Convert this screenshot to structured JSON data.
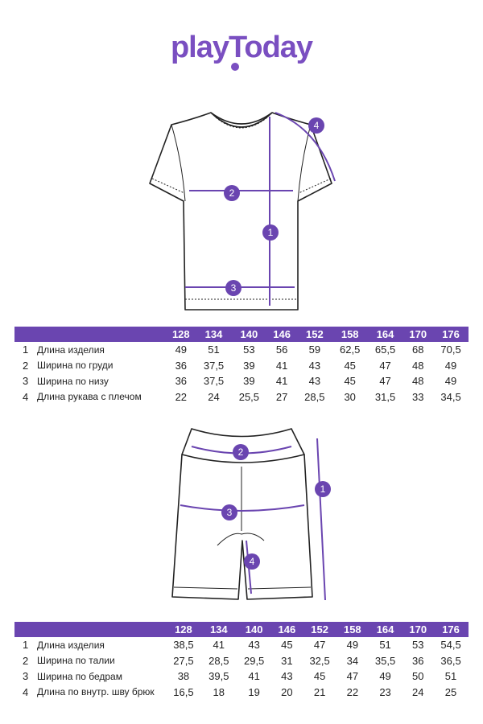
{
  "brand": {
    "logo_text": "playToday",
    "color": "#7a4fc1"
  },
  "accent_color": "#6a45b0",
  "tshirt": {
    "markers": [
      "1",
      "2",
      "3",
      "4"
    ],
    "table": {
      "sizes": [
        "128",
        "134",
        "140",
        "146",
        "152",
        "158",
        "164",
        "170",
        "176"
      ],
      "rows": [
        {
          "num": "1",
          "label": "Длина изделия",
          "values": [
            "49",
            "51",
            "53",
            "56",
            "59",
            "62,5",
            "65,5",
            "68",
            "70,5"
          ]
        },
        {
          "num": "2",
          "label": "Ширина по груди",
          "values": [
            "36",
            "37,5",
            "39",
            "41",
            "43",
            "45",
            "47",
            "48",
            "49"
          ]
        },
        {
          "num": "3",
          "label": "Ширина по низу",
          "values": [
            "36",
            "37,5",
            "39",
            "41",
            "43",
            "45",
            "47",
            "48",
            "49"
          ]
        },
        {
          "num": "4",
          "label": "Длина рукава с плечом",
          "values": [
            "22",
            "24",
            "25,5",
            "27",
            "28,5",
            "30",
            "31,5",
            "33",
            "34,5"
          ]
        }
      ]
    }
  },
  "shorts": {
    "markers": [
      "1",
      "2",
      "3",
      "4"
    ],
    "table": {
      "sizes": [
        "128",
        "134",
        "140",
        "146",
        "152",
        "158",
        "164",
        "170",
        "176"
      ],
      "rows": [
        {
          "num": "1",
          "label": "Длина изделия",
          "values": [
            "38,5",
            "41",
            "43",
            "45",
            "47",
            "49",
            "51",
            "53",
            "54,5"
          ]
        },
        {
          "num": "2",
          "label": "Ширина по талии",
          "values": [
            "27,5",
            "28,5",
            "29,5",
            "31",
            "32,5",
            "34",
            "35,5",
            "36",
            "36,5"
          ]
        },
        {
          "num": "3",
          "label": "Ширина по бедрам",
          "values": [
            "38",
            "39,5",
            "41",
            "43",
            "45",
            "47",
            "49",
            "50",
            "51"
          ]
        },
        {
          "num": "4",
          "label": "Длина по внутр. шву брюк",
          "values": [
            "16,5",
            "18",
            "19",
            "20",
            "21",
            "22",
            "23",
            "24",
            "25"
          ]
        }
      ]
    }
  }
}
